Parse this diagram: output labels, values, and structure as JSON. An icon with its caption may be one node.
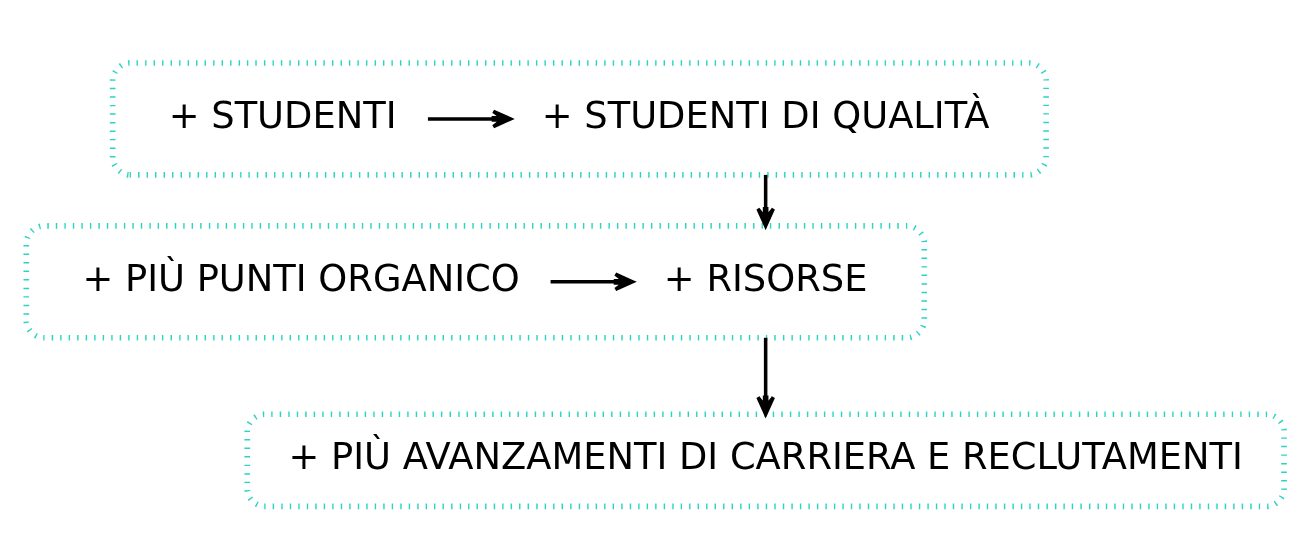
{
  "diagram": {
    "nodes": [
      {
        "text": [],
        "shape": "box"
      },
      {
        "text": [
          "+ STUDENTI"
        ],
        "in": 0
      },
      {
        "text": [
          "+ STUDENTI DI QUALITÀ"
        ],
        "in": 0
      },
      {
        "text": [],
        "shape": "box"
      },
      {
        "text": [
          "+ PIÙ PUNTI ORGANICO"
        ],
        "in": 3
      },
      {
        "text": [
          "+ RISORSE"
        ],
        "in": 3
      },
      {
        "text": [
          "+ PIÙ AVANZAMENTI DI CARRIERA E RECLUTAMENTI"
        ]
      }
    ],
    "edges": [
      {
        "from": 1,
        "to": 2,
        "arrow": "to"
      },
      {
        "from": 0,
        "to": 3,
        "arrow": "to"
      },
      {
        "from": 4,
        "to": 5,
        "arrow": "to"
      },
      {
        "from": 3,
        "to": 6,
        "arrow": "to"
      }
    ]
  }
}
